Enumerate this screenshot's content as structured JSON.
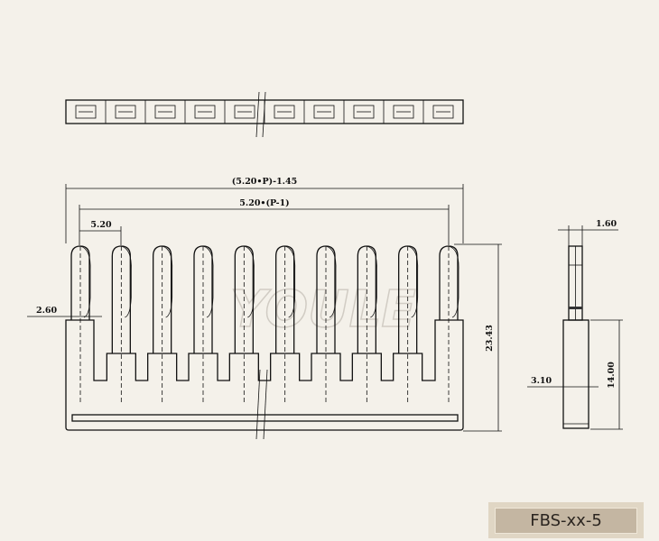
{
  "drawing": {
    "pin_count": 10,
    "watermark": "YOULE",
    "dimensions": {
      "overall_length": "(5.20•P)-1.45",
      "pitch_span": "5.20•(P-1)",
      "pitch": "5.20",
      "pin_width": "2.60",
      "height": "23.43",
      "side_pin_thickness": "1.60",
      "side_body_height": "14.00",
      "side_body_width": "3.10"
    }
  },
  "part_label": "FBS-xx-5"
}
